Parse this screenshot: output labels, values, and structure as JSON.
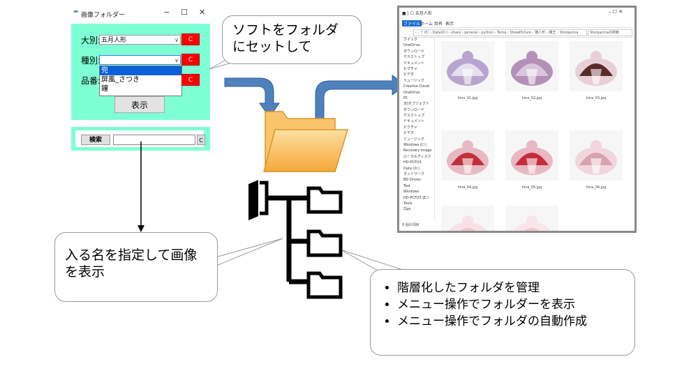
{
  "app": {
    "title": "画像フォルダー",
    "controls": {
      "minimize": "−",
      "maximize": "☐",
      "close": "✕"
    },
    "major_label": "大別:",
    "major_value": "五月人形",
    "kind_label": "種別:",
    "kind_value": "",
    "item_label": "品番:",
    "clear_label": "C",
    "dropdown_options": [
      "兜",
      "屏風_さつき",
      "鐘"
    ],
    "show_button": "表示",
    "search_button": "検索",
    "search_value": ""
  },
  "callouts": {
    "set_software": [
      "ソフトをフォルダ",
      "にセットして"
    ],
    "specify_name": [
      "入る名を指定して画像",
      "を表示"
    ],
    "features": [
      "階層化したフォルダを管理",
      "メニュー操作でフォルダーを表示",
      "メニュー操作でフォルダの自動作成"
    ]
  },
  "explorer": {
    "title": "■ | ☐ 五月人形",
    "ribbon": [
      "ファイル",
      "ホーム",
      "共有",
      "表示"
    ],
    "address": "‹ › ↑ PC › Data(D:) › share › general › python › Tema › ShowPicture › 雛人形 › 親王 › Storgacina",
    "search_placeholder": "Storgacinaの検索",
    "nav_items": [
      "クイック",
      "OneDrive",
      "ダウンロード",
      "デスクトップ",
      "ドキュメント",
      "ピクチャ",
      "ビデオ",
      "ミュージック",
      "Creative Cloud",
      "OneDrive",
      "PC",
      "3Dオブジェクト",
      "ダウンロード",
      "デスクトップ",
      "ドキュメント",
      "ピクチャ",
      "ビデオ",
      "ミュージック",
      "Windows (C:)",
      "Recovery Image",
      "ローカルディスク",
      "HD-PCFU3",
      "Data (D:)",
      "ネットワーク",
      "BD Drives",
      "Test",
      "Windows",
      "HD-PCFU3 (E:)",
      "Tools",
      "Zips"
    ],
    "status": "8 個の項目",
    "thumbnails": [
      "hina_01.jpg",
      "hina_02.jpg",
      "hina_03.jpg",
      "hina_04.jpg",
      "hina_05.jpg",
      "hina_06.jpg",
      "",
      ""
    ]
  },
  "colors": {
    "panel": "#7fffd4",
    "red_button": "#ff0000",
    "arrow_blue": "#4f81bd",
    "folder_orange": "#f7b84b"
  }
}
